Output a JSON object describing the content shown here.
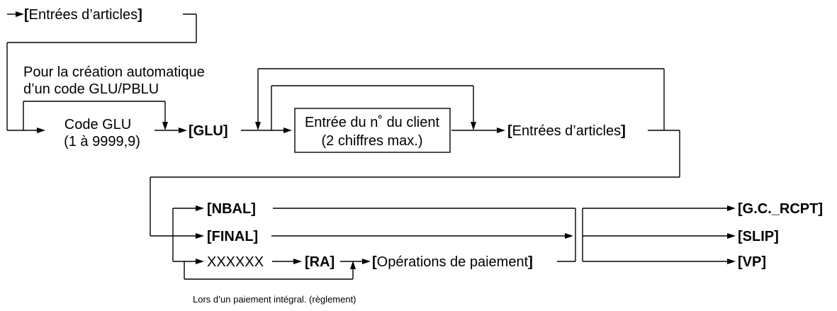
{
  "flow": {
    "start": {
      "open": "[",
      "label": "Entrées d’articles",
      "close": "]"
    },
    "auto_note": {
      "line1": "Pour la création automatique",
      "line2": "d’un code GLU/PBLU"
    },
    "glu_code": {
      "line1": "Code GLU",
      "line2": "(1 à 9999,9)"
    },
    "glu_key": "[GLU]",
    "client_box": {
      "line1": "Entrée du n˚ du client",
      "line2": "(2 chiffres max.)"
    },
    "items_entry": {
      "open": "[",
      "label": "Entrées d’articles",
      "close": "]"
    },
    "nbal_key": "[NBAL]",
    "final_key": "[FINAL]",
    "amount": "XXXXXX",
    "ra_key": "[RA]",
    "payment": {
      "open": "[",
      "label": "Opérations de paiement",
      "close": "]"
    },
    "gc_rcpt_key": "[G.C._RCPT]",
    "slip_key": "[SLIP]",
    "vp_key": "[VP]",
    "full_payment_note": "Lors d’un paiement intégral. (règlement)"
  }
}
